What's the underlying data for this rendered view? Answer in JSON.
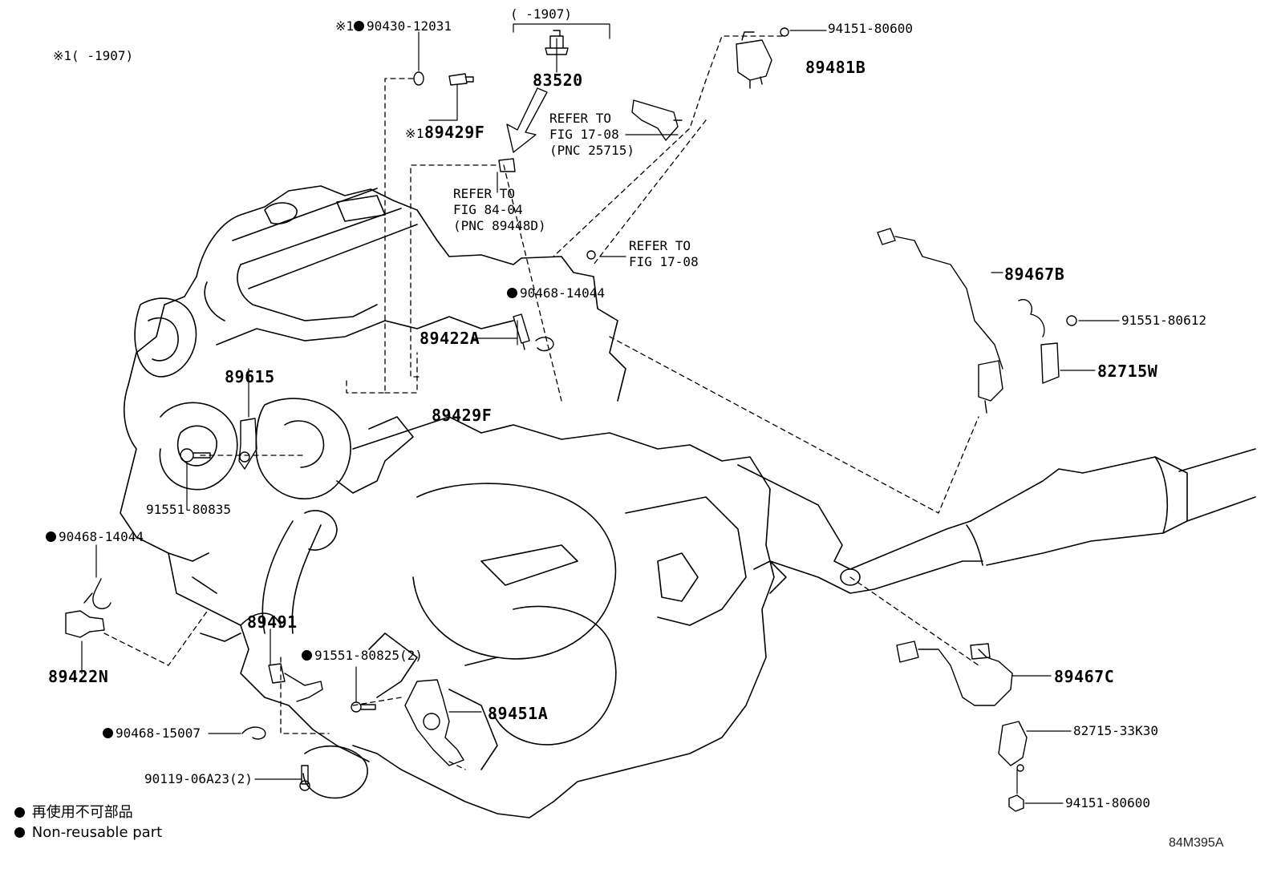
{
  "note_mark": "※1",
  "note_range": "( -1907)",
  "top_range": "( -1907)",
  "legend": {
    "line1": "再使用不可部品",
    "line2": "Non-reusable part"
  },
  "diagram_code": "84M395A",
  "parts": {
    "p90430": "90430-12031",
    "p89429F_top": "89429F",
    "p83520": "83520",
    "p94151_top": "94151-80600",
    "p89481B": "89481B",
    "p90468_a": "90468-14044",
    "p89422A": "89422A",
    "p89615": "89615",
    "p89429F_mid": "89429F",
    "p91551_80835": "91551-80835",
    "p90468_b": "90468-14044",
    "p89422N": "89422N",
    "p89491": "89491",
    "p91551_80825": "91551-80825(2)",
    "p89451A": "89451A",
    "p90468_15007": "90468-15007",
    "p90119": "90119-06A23(2)",
    "p89467B": "89467B",
    "p91551_80612": "91551-80612",
    "p82715W": "82715W",
    "p89467C": "89467C",
    "p82715_33K30": "82715-33K30",
    "p94151_bottom": "94151-80600"
  },
  "refs": {
    "r1": [
      "REFER TO",
      "FIG 17-08",
      "(PNC 25715)"
    ],
    "r2": [
      "REFER TO",
      "FIG 84-04",
      "(PNC 89448D)"
    ],
    "r3": [
      "REFER TO",
      "FIG 17-08"
    ]
  }
}
